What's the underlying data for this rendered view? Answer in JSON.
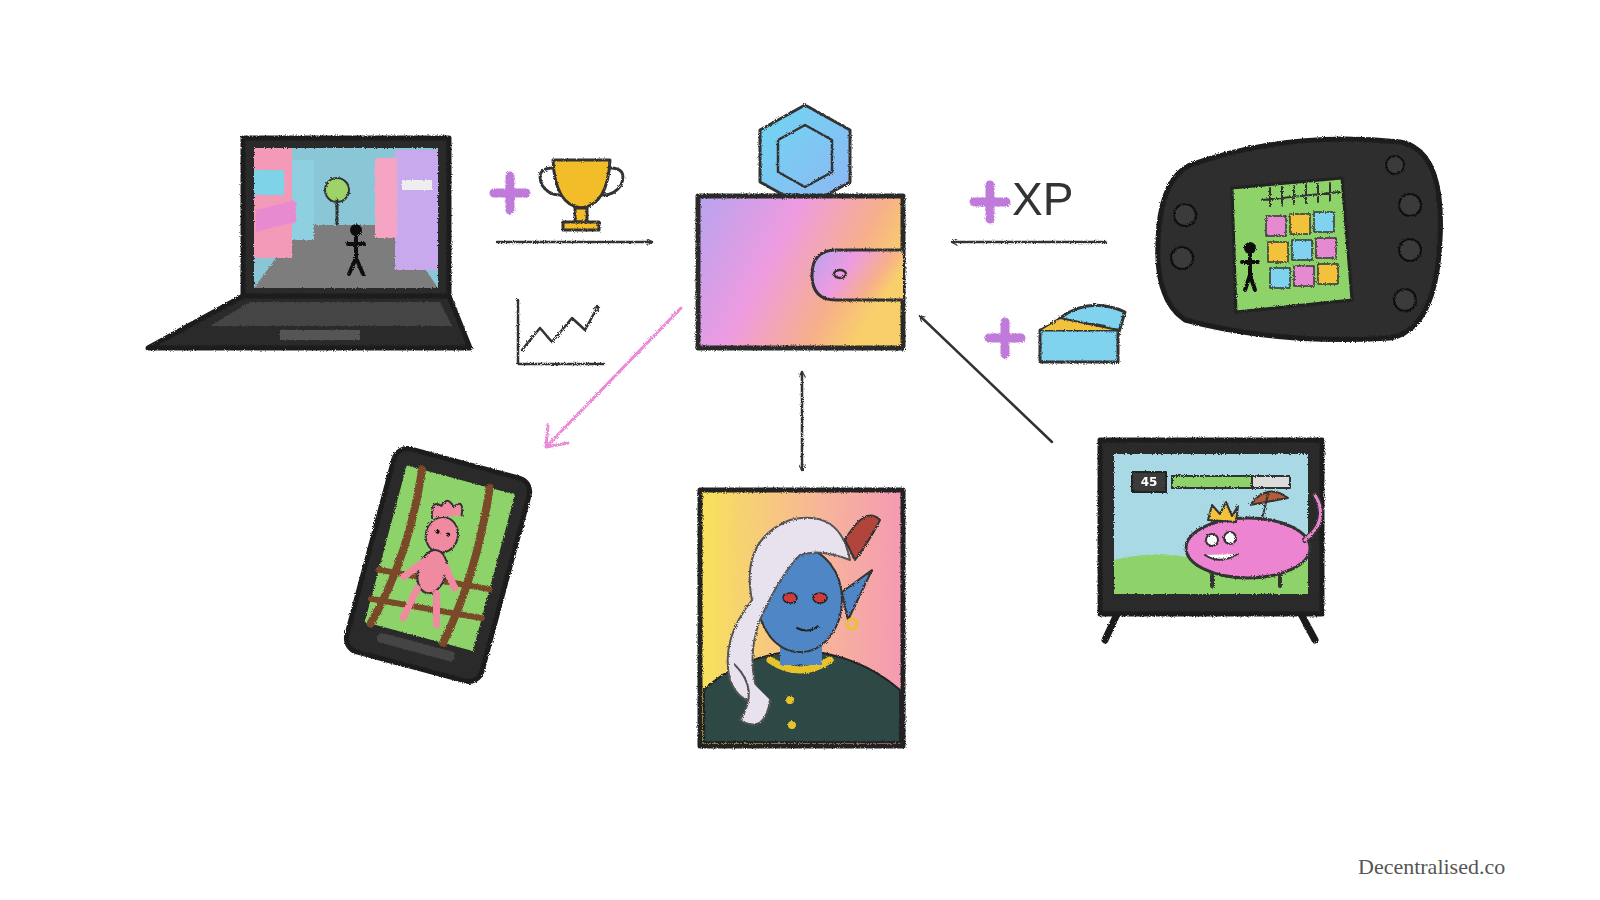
{
  "diagram": {
    "labels": [
      "XP",
      "45",
      "Decentralised.co"
    ]
  }
}
